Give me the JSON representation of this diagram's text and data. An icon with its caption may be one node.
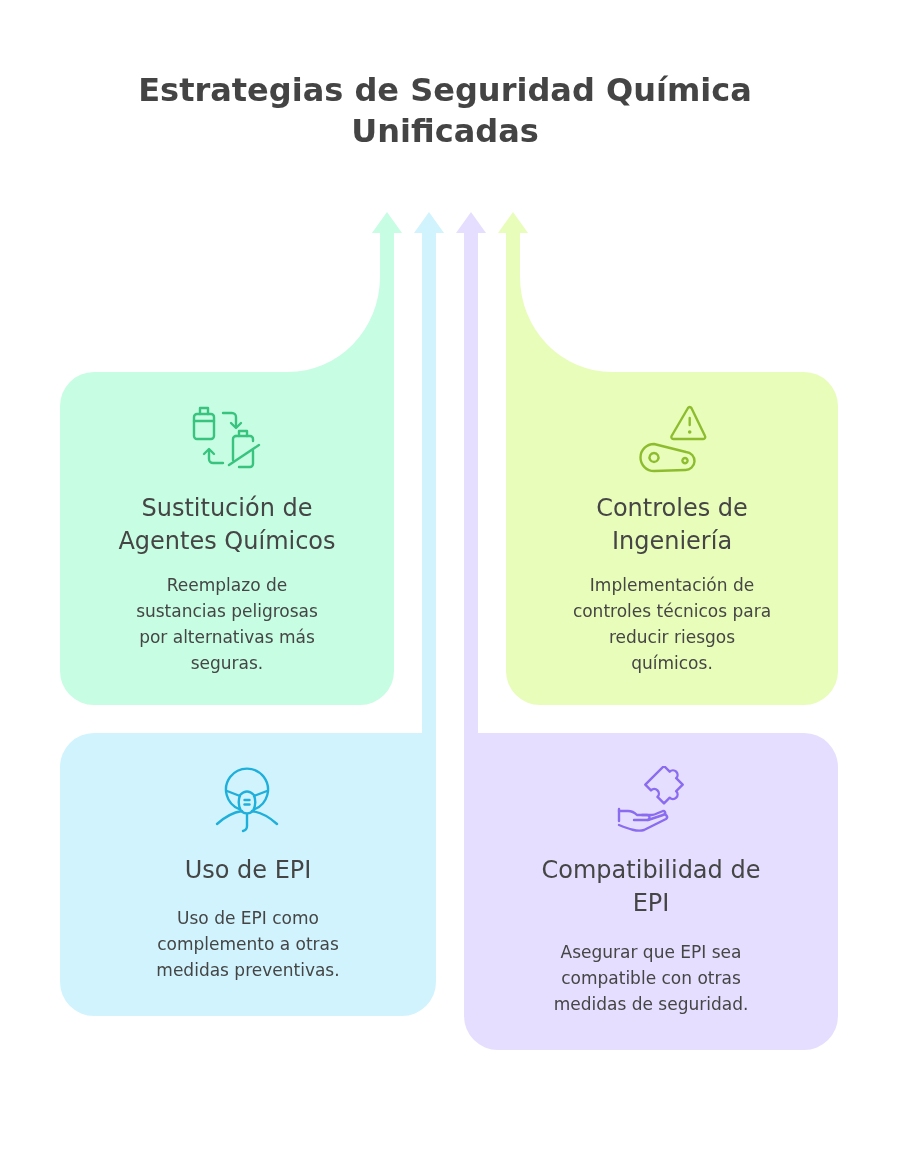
{
  "diagram": {
    "title": "Estrategias de Seguridad Química Unificadas",
    "nodes": [
      {
        "text": [
          "Sustitución de Agentes Químicos",
          "Reemplazo de sustancias peligrosas por alternativas más seguras."
        ]
      },
      {
        "text": [
          "Controles de Ingeniería",
          "Implementación de controles técnicos para reducir riesgos químicos."
        ]
      },
      {
        "text": [
          "Uso de EPI",
          "Uso de EPI como complemento a otras medidas preventivas."
        ]
      },
      {
        "text": [
          "Compatibilidad de EPI",
          "Asegurar que EPI sea compatible con otras medidas de seguridad."
        ]
      }
    ],
    "edges": [
      {
        "from": 0,
        "to": null,
        "arrow": "to",
        "color": "#c7fde2"
      },
      {
        "from": 1,
        "to": null,
        "arrow": "to",
        "color": "#e8fdb9"
      },
      {
        "from": 2,
        "to": null,
        "arrow": "to",
        "color": "#d1f3fd"
      },
      {
        "from": 3,
        "to": null,
        "arrow": "to",
        "color": "#e5defe"
      }
    ]
  }
}
